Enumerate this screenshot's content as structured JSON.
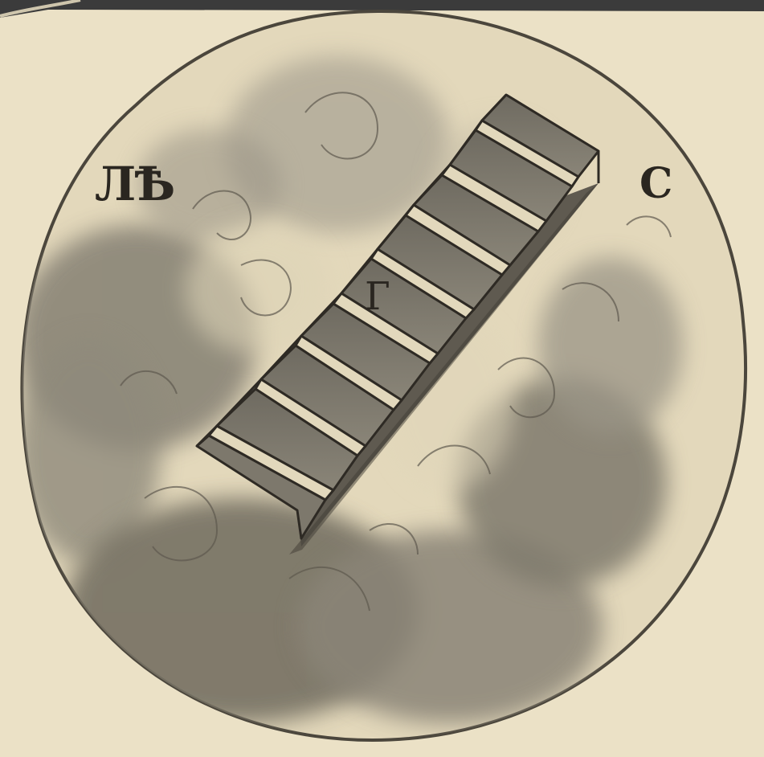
{
  "drawing": {
    "label_top_left": "ЛѢ",
    "label_top_right": "С",
    "label_center": "Г"
  },
  "colors": {
    "paper": "#ebe1c6",
    "disc": "#e3d8bb",
    "wash_dark": "#7d776a",
    "wash_mid": "#a29c8d",
    "ink": "#2a2620",
    "frame_top": "#3a3a3a"
  },
  "icons": [
    "top-frame-edge",
    "circular-disc",
    "cloud-wash",
    "staircase",
    "stair-shadow"
  ]
}
